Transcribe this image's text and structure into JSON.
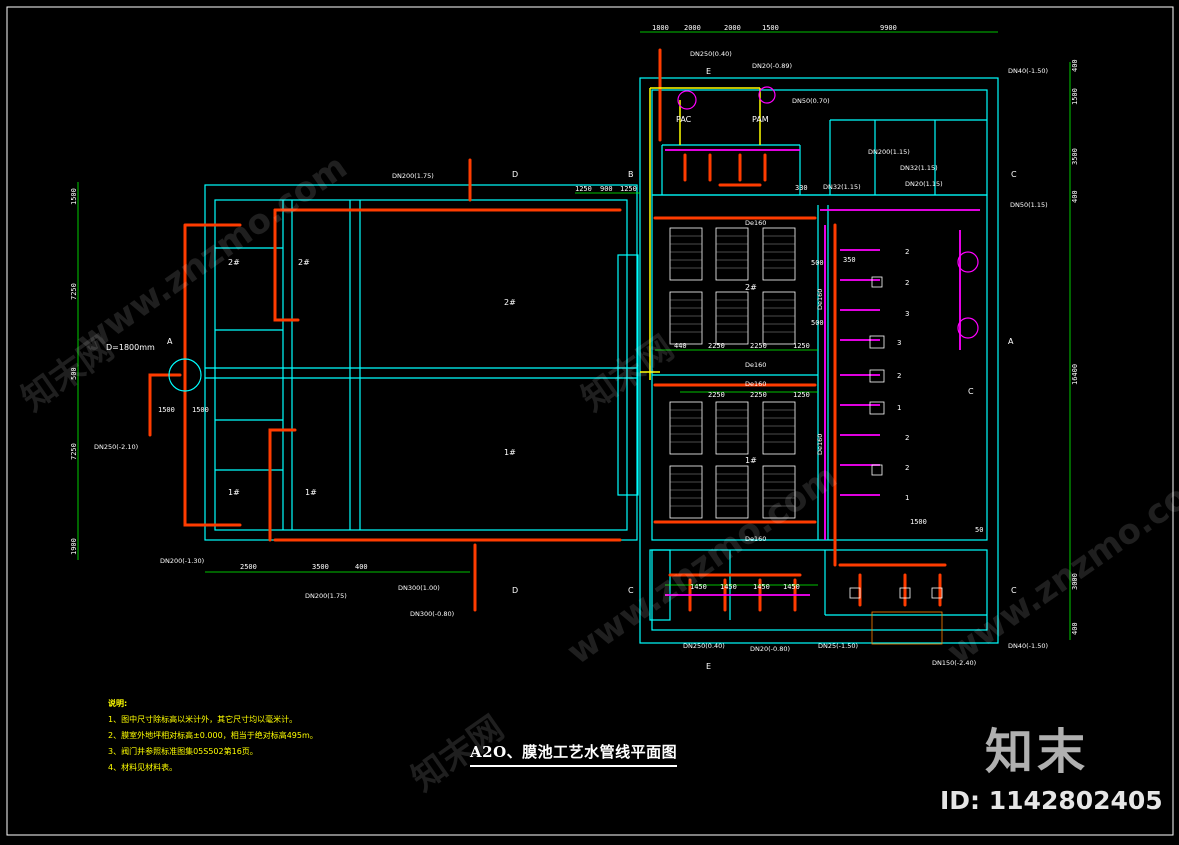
{
  "drawing": {
    "title": "A2O、膜池工艺水管线平面图",
    "notes_heading": "说明:",
    "notes": [
      "1、图中尺寸除标高以米计外，其它尺寸均以毫米计。",
      "2、膜室外地坪相对标高±0.000，相当于绝对标高495m。",
      "3、阀门井参照标准图集05S502第16页。",
      "4、材料见材料表。"
    ]
  },
  "dimensions": {
    "top": [
      "1800",
      "2000",
      "2000",
      "1500",
      "9900"
    ],
    "top_row2": [
      "1250",
      "900",
      "1250"
    ],
    "left": [
      "1500",
      "7250",
      "500",
      "7250",
      "1900"
    ],
    "bottom": [
      "2500",
      "3500",
      "400"
    ],
    "right": [
      "400",
      "1500",
      "3500",
      "400",
      "16400",
      "3000",
      "400"
    ],
    "membrane_row": [
      "440",
      "2250",
      "2250",
      "1250"
    ],
    "membrane_row2": [
      "2250",
      "2250",
      "1250"
    ],
    "bottom_row": [
      "1450",
      "1450",
      "1450",
      "1450"
    ],
    "side_a": [
      "1500",
      "1500"
    ],
    "side_b": [
      "1500",
      "50",
      "330",
      "350",
      "500",
      "500"
    ]
  },
  "pipes": {
    "dn250_040": "DN250(0.40)",
    "dn20_089": "DN20(-0.89)",
    "dn50_070": "DN50(0.70)",
    "dn40_150": "DN40(-1.50)",
    "dn200_175_top": "DN200(1.75)",
    "dn200_115": "DN200(1.15)",
    "dn32_115": "DN32(1.15)",
    "dn20_115": "DN20(1.15)",
    "dn32_115b": "DN32(1.15)",
    "dn50_115": "DN50(1.15)",
    "dn250_210": "DN250(-2.10)",
    "dn200_130": "DN200(-1.30)",
    "dn200_175_bot": "DN200(1.75)",
    "dn300_100": "DN300(1.00)",
    "dn300_080": "DN300(-0.80)",
    "dn250_040_bot": "DN250(0.40)",
    "dn20_080": "DN20(-0.80)",
    "dn25_150": "DN25(-1.50)",
    "dn150_240": "DN150(-2.40)",
    "dn40_150_bot": "DN40(-1.50)",
    "de160_1": "De160",
    "de160_2": "De160",
    "de160_3": "De160",
    "de160_4": "De160",
    "de160_v1": "De160",
    "de160_v2": "De160"
  },
  "labels": {
    "pac": "PAC",
    "pam": "PAM",
    "tank_diameter": "D=1800mm",
    "tank_2": "2#",
    "tank_1": "1#",
    "tank_2b": "2#",
    "tank_1b": "1#",
    "tank_2c": "2#",
    "tank_1c": "1#",
    "membrane_2": "2#",
    "membrane_1": "1#",
    "pump_labels": [
      "2",
      "2",
      "3",
      "3",
      "2",
      "1",
      "2",
      "2",
      "1"
    ]
  },
  "section_marks": {
    "top_d": "D",
    "top_b": "B",
    "top_e": "E",
    "top_c": "C",
    "left_a": "A",
    "right_a": "A",
    "right_c": "C",
    "bot_d": "D",
    "bot_c": "C",
    "bot_e": "E",
    "bot_cc": "C"
  },
  "branding": {
    "logo": "知末",
    "id": "ID: 1142802405",
    "watermark": "www.znzmo.com",
    "watermark_cn": "知末网"
  },
  "colors": {
    "background": "#000000",
    "wall": "#00ffff",
    "dimension": "#00ff00",
    "pipe_main": "#ff3c00",
    "pipe_alt": "#ff00ff",
    "pipe_yellow": "#ffff00",
    "text": "#ffffff"
  }
}
